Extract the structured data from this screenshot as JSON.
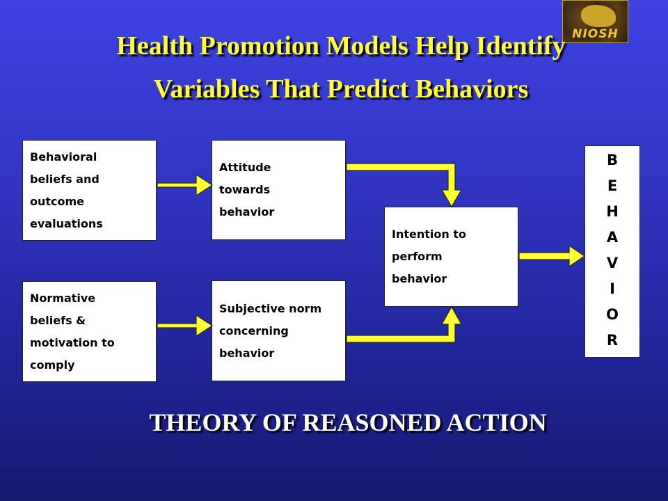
{
  "title_line1": "Health Promotion Models Help Identify",
  "title_line2": "Variables That Predict Behaviors",
  "subtitle": "THEORY OF REASONED ACTION",
  "logo_text": "NIOSH",
  "boxes": {
    "behavioral_beliefs": "Behavioral\nbeliefs and\noutcome\nevaluations",
    "normative_beliefs": "Normative\nbeliefs &\nmotivation to\ncomply",
    "attitude": "Attitude\ntowards\nbehavior",
    "subjective_norm": "Subjective norm\nconcerning\nbehavior",
    "intention": "Intention to\nperform\nbehavior"
  },
  "behavior_letters": [
    "B",
    "E",
    "H",
    "A",
    "V",
    "I",
    "O",
    "R"
  ],
  "colors": {
    "background_top": "#3e42e2",
    "background_bottom": "#14186e",
    "title": "#ffff33",
    "arrow": "#ffff33",
    "subtitle": "#ffffff"
  }
}
